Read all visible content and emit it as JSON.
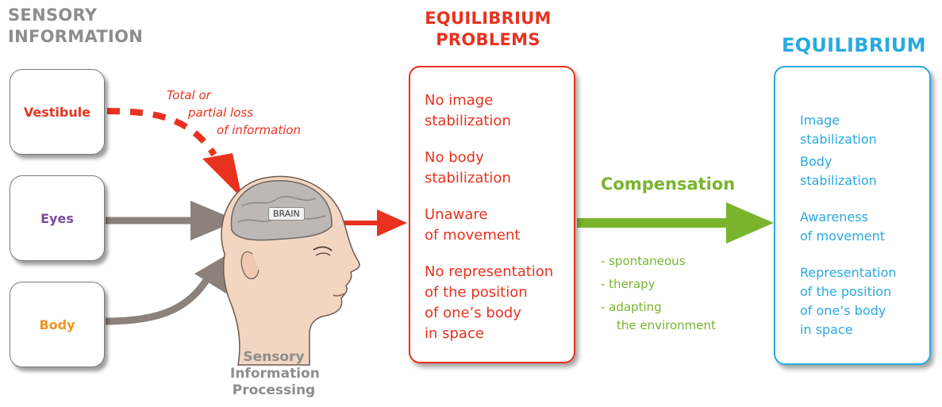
{
  "headers": {
    "sensory_line1": "SENSORY",
    "sensory_line2": "INFORMATION",
    "problems_line1": "EQUILIBRIUM",
    "problems_line2": "PROBLEMS",
    "equilibrium": "EQUILIBRIUM"
  },
  "senses": [
    {
      "label": "Vestibule",
      "color": "#e8321f"
    },
    {
      "label": "Eyes",
      "color": "#7b4a9e"
    },
    {
      "label": "Body",
      "color": "#f29422"
    }
  ],
  "loss_note": [
    "Total or",
    "partial loss",
    "of information"
  ],
  "brain": {
    "label": "BRAIN",
    "caption": [
      "Sensory",
      "Information",
      "Processing"
    ]
  },
  "problems": [
    [
      "No image",
      "stabilization"
    ],
    [
      "No body",
      "stabilization"
    ],
    [
      "Unaware",
      "of movement"
    ],
    [
      "No representation",
      "of the position",
      "of one’s body",
      "in space"
    ]
  ],
  "compensation": {
    "title": "Compensation",
    "methods": [
      "- spontaneous",
      "- therapy",
      "- adapting",
      "the environment"
    ]
  },
  "equilibrium_items": [
    [
      "Image",
      "stabilization"
    ],
    [
      "Body",
      "stabilization"
    ],
    [
      "Awareness",
      "of movement"
    ],
    [
      "Representation",
      "of the position",
      "of one’s body",
      "in space"
    ]
  ],
  "colors": {
    "red": "#e8321f",
    "blue": "#29a9e1",
    "green": "#7ab42d",
    "gray_arrow": "#8c817b"
  }
}
